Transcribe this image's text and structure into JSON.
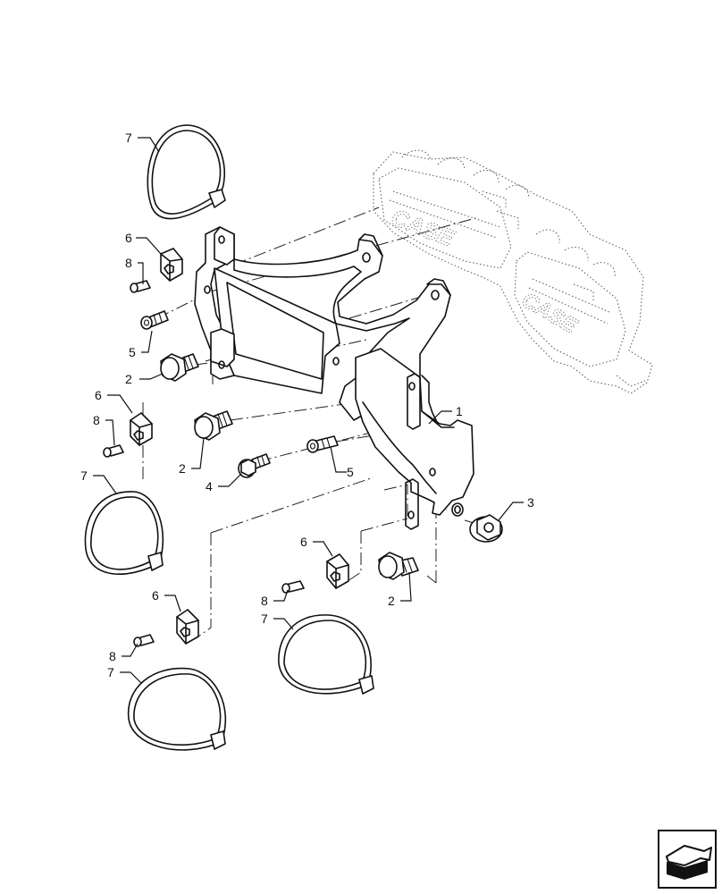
{
  "diagram": {
    "callouts": [
      {
        "label": "1"
      },
      {
        "label": "2"
      },
      {
        "label": "2"
      },
      {
        "label": "2"
      },
      {
        "label": "3"
      },
      {
        "label": "4"
      },
      {
        "label": "5"
      },
      {
        "label": "5"
      },
      {
        "label": "6"
      },
      {
        "label": "6"
      },
      {
        "label": "6"
      },
      {
        "label": "6"
      },
      {
        "label": "7"
      },
      {
        "label": "7"
      },
      {
        "label": "7"
      },
      {
        "label": "7"
      },
      {
        "label": "8"
      },
      {
        "label": "8"
      },
      {
        "label": "8"
      },
      {
        "label": "8"
      }
    ],
    "logo_text": "CASE"
  },
  "nav": {
    "icon": "next-page-arrow-icon"
  }
}
